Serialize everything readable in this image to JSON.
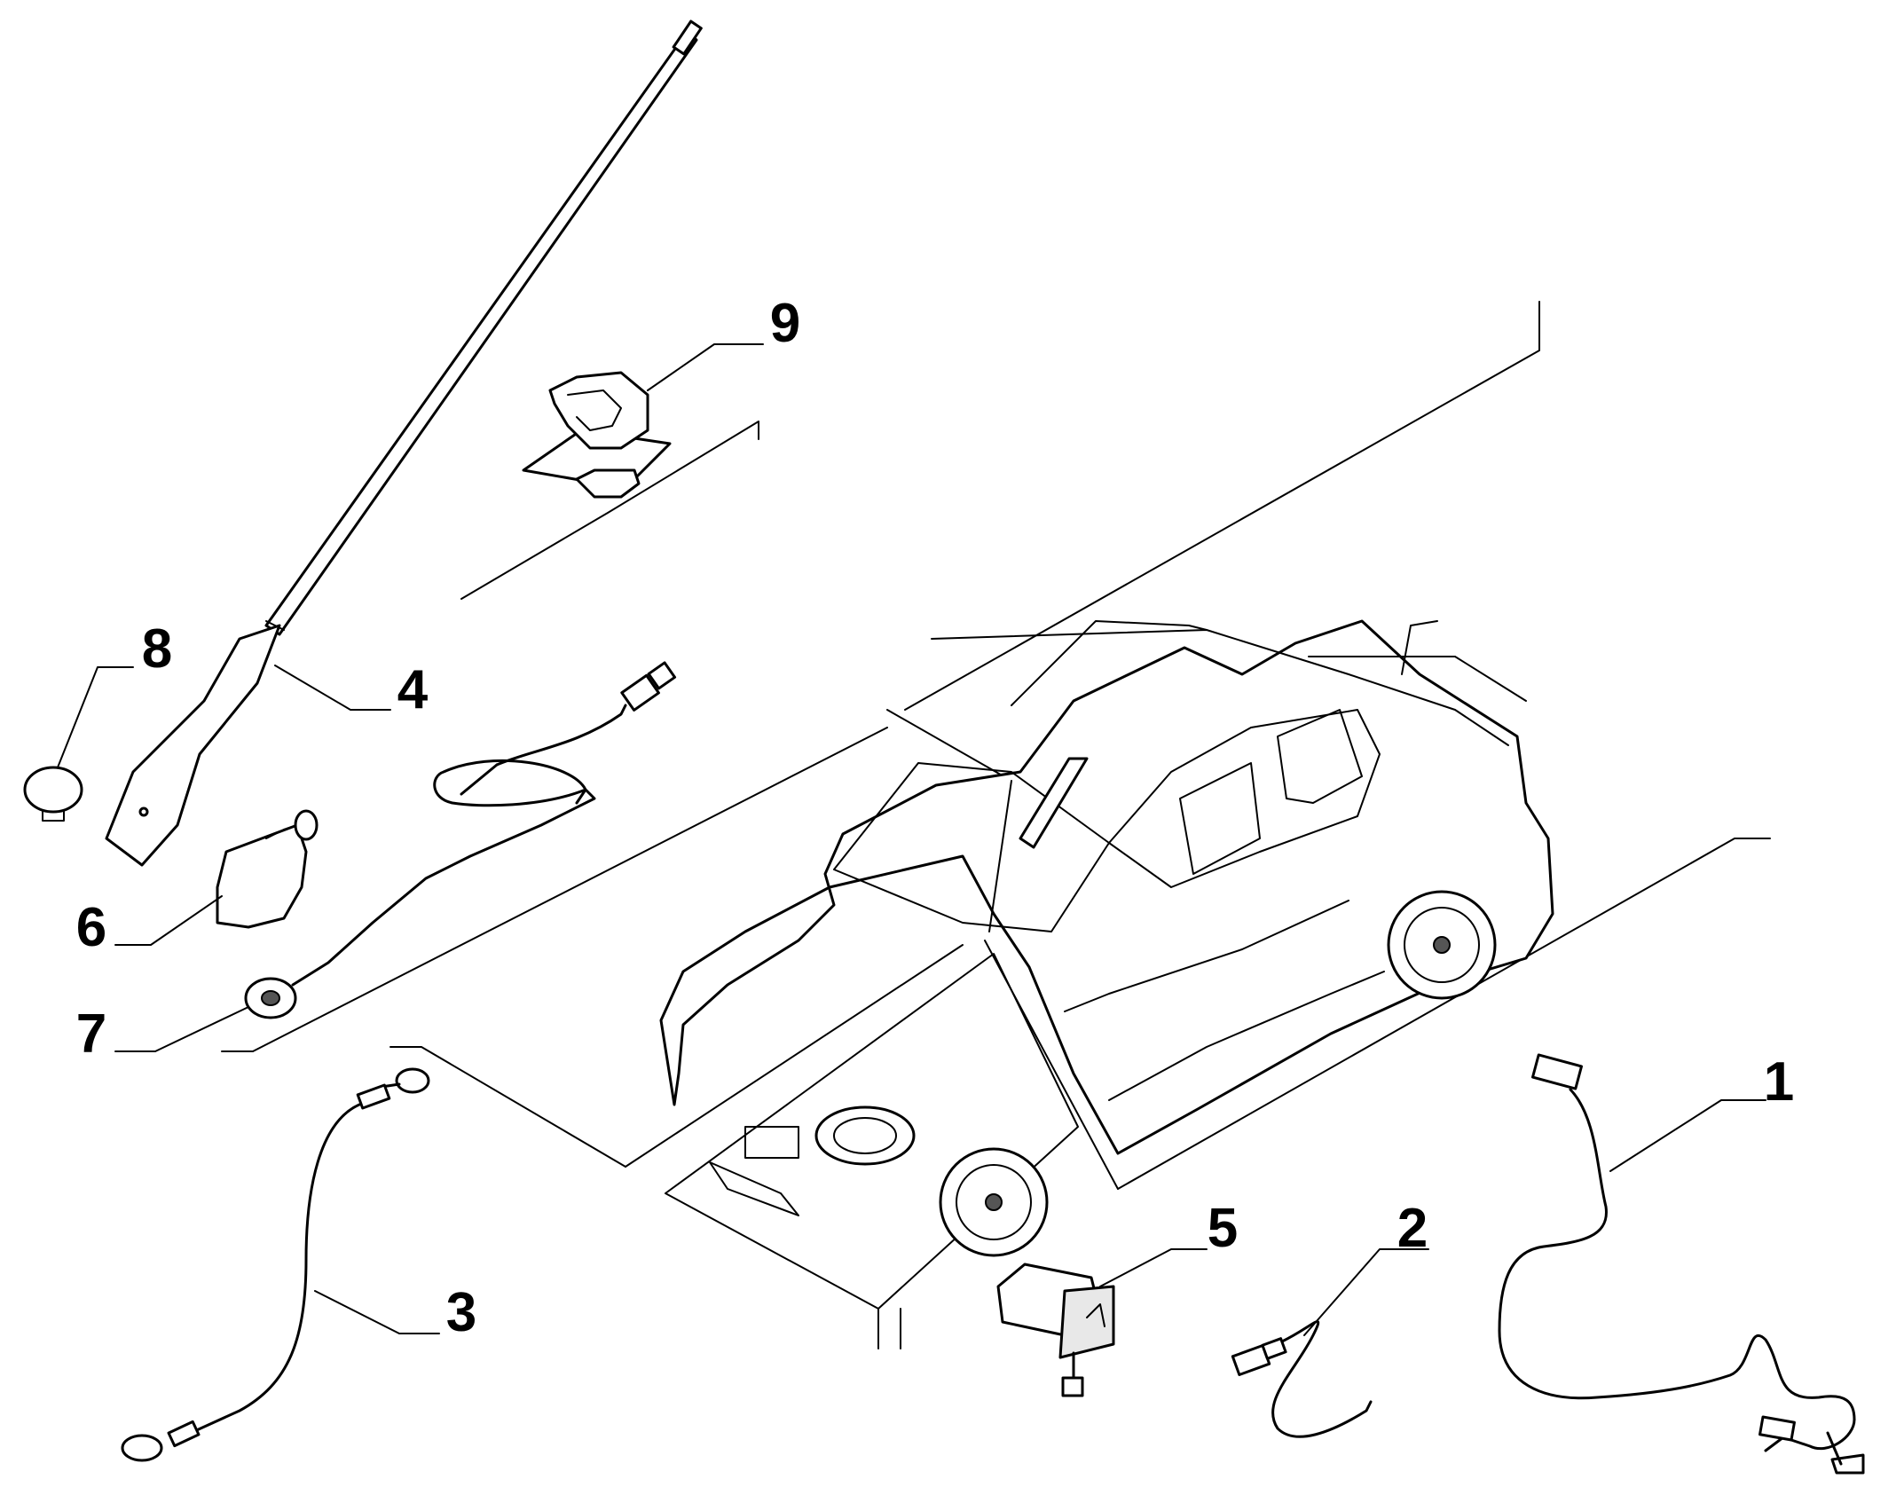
{
  "callouts": [
    {
      "id": "1",
      "label": "1"
    },
    {
      "id": "2",
      "label": "2"
    },
    {
      "id": "3",
      "label": "3"
    },
    {
      "id": "4",
      "label": "4"
    },
    {
      "id": "5",
      "label": "5"
    },
    {
      "id": "6",
      "label": "6"
    },
    {
      "id": "7",
      "label": "7"
    },
    {
      "id": "8",
      "label": "8"
    },
    {
      "id": "9",
      "label": "9"
    }
  ],
  "parts": [
    {
      "callout": "1",
      "icon": "wiring-harness-icon"
    },
    {
      "callout": "2",
      "icon": "short-cable-icon"
    },
    {
      "callout": "3",
      "icon": "ground-cable-icon"
    },
    {
      "callout": "4",
      "icon": "antenna-mast-icon"
    },
    {
      "callout": "5",
      "icon": "socket-icon"
    },
    {
      "callout": "6",
      "icon": "antenna-base-icon"
    },
    {
      "callout": "7",
      "icon": "grommet-icon"
    },
    {
      "callout": "8",
      "icon": "cap-icon"
    },
    {
      "callout": "9",
      "icon": "bracket-icon"
    }
  ],
  "vehicle": {
    "icon": "pickup-truck-icon"
  }
}
